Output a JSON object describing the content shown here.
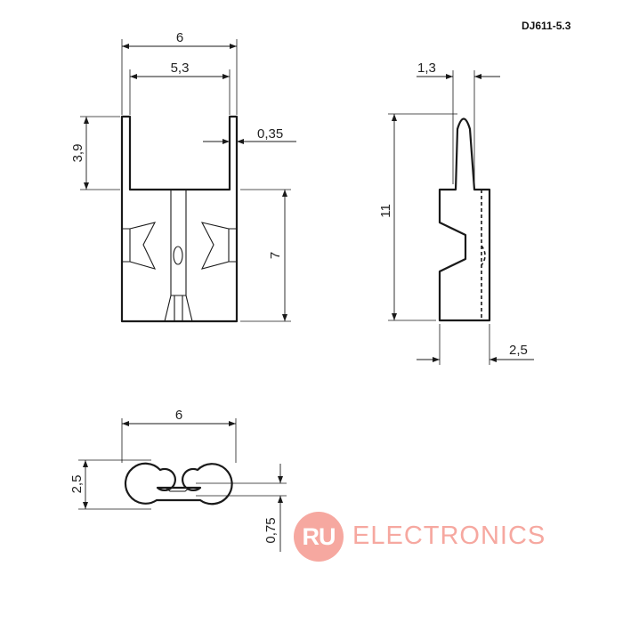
{
  "model_code": "DJ611-5.3",
  "watermark": {
    "logo_text": "RU",
    "brand_text": "ELECTRONICS",
    "color": "#f6a8a0"
  },
  "dimensions": {
    "front_width_outer": "6",
    "front_width_inner": "5,3",
    "front_slot_depth": "3,9",
    "wall_thickness": "0,35",
    "front_body_height": "7",
    "side_tip_width": "1,3",
    "side_total_height": "11",
    "side_depth": "2,5",
    "bottom_width": "6",
    "bottom_height": "2,5",
    "bottom_gap": "0,75"
  }
}
